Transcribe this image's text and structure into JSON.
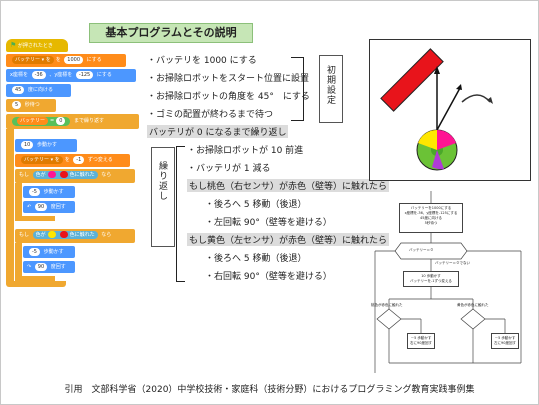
{
  "title": "基本プログラムとその説明",
  "blocks": {
    "start": "が押されたとき",
    "set_battery": "バッテリー ▾ を",
    "set_battery_val": "1000",
    "set_battery_end": "にする",
    "goto_x": "x座標を",
    "goto_x_val": "-36",
    "goto_y": "、y座標を",
    "goto_y_val": "-125",
    "goto_end": "にする",
    "dir": "度に向ける",
    "dir_val": "45",
    "wait": "秒待つ",
    "wait_val": "5",
    "repeat_until": "まで繰り返す",
    "cond_var": "バッテリー",
    "cond_op": "=",
    "cond_val": "0",
    "move1": "歩動かす",
    "move1_val": "10",
    "change": "バッテリー ▾ を",
    "change_val": "-1",
    "change_end": "ずつ変える",
    "if1": "もし",
    "color_touch": "色が",
    "color_touch2": "色に触れた",
    "then": "なら",
    "move_back": "歩動かす",
    "move_back_val": "-5",
    "turn": "度回す",
    "turn_val": "90",
    "move_back2_val": "-5",
    "turn2_val": "90"
  },
  "notes": {
    "n1": "・バッテリを 1000 にする",
    "n2": "・お掃除ロボットをスタート位置に設置",
    "n3": "・お掃除ロボットの角度を 45°　にする",
    "n4": "・ゴミの配置が終わるまで待つ",
    "n5": "バッテリが 0 になるまで繰り返し",
    "n6": "・お掃除ロボットが 10 前進",
    "n7": "・バッテリが 1 減る",
    "n8": "もし桃色（右センサ）が赤色（壁等）に触れたら",
    "n9": "・後ろへ 5 移動（後退）",
    "n10": "・左回転 90°（壁等を避ける）",
    "n11": "もし黄色（左センサ）が赤色（壁等）に触れたら",
    "n12": "・後ろへ 5 移動（後退）",
    "n13": "・右回転 90°（壁等を避ける）"
  },
  "labels": {
    "init": "初期設定",
    "loop": "繰り返し"
  },
  "flow": {
    "box1": "バッテリーを1000にする",
    "box1b": "x座標を-36、y座標を-125にする",
    "box1c": "45度に向ける",
    "box1d": "5秒待つ",
    "loop_head": "バッテリー＝０",
    "loop_note": "バッテリー＝０でない",
    "box2": "10 歩動かす",
    "box2b": "バッテリーを-1ずつ変える",
    "d1": "桃色が赤色に触れた",
    "d2": "黄色が赤色に触れた",
    "r1a": "－5 歩動かす",
    "r1b": "右に90度回す",
    "r2a": "－5 歩動かす",
    "r2b": "左に90度回す"
  },
  "caption": "引用　文部科学省（2020）中学校技術・家庭科（技術分野）におけるプログラミング教育実践事例集",
  "colors": {
    "title_bg": "#c6e6b6",
    "block_control": "#f0a830",
    "block_motion": "#4c97ff",
    "wall_red": "#e8141b"
  }
}
